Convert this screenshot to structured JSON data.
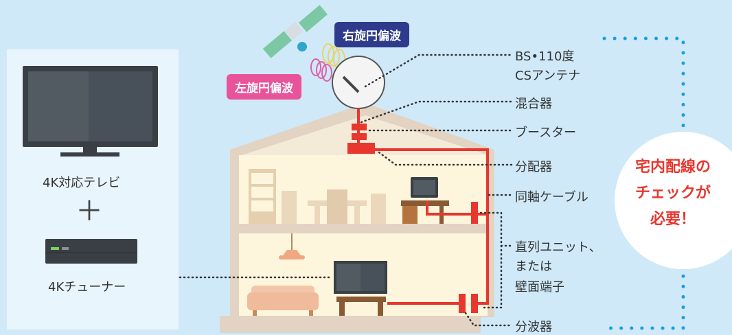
{
  "left_panel": {
    "tv_label": "4K対応テレビ",
    "plus": "＋",
    "tuner_label": "4Kチューナー"
  },
  "tags": {
    "right_circular": "右旋円偏波",
    "left_circular": "左旋円偏波"
  },
  "callouts": {
    "antenna_line1": "BS•110度",
    "antenna_line2": "CSアンテナ",
    "mixer": "混合器",
    "booster": "ブースター",
    "splitter": "分配器",
    "coax": "同軸ケーブル",
    "unit_line1": "直列ユニット、",
    "unit_line2": "または",
    "unit_line3": "壁面端子",
    "demux": "分波器"
  },
  "bubble": {
    "line1": "宅内配線の",
    "line2": "チェックが",
    "line3": "必要！"
  },
  "colors": {
    "background": "#cfe9f8",
    "cable": "#e8372f",
    "house_frame": "#e2d3c3",
    "room": "#fdf6dc",
    "tag_right": "#2e3a8c",
    "tag_left": "#e8539a",
    "dotted_border": "#1aa0dc"
  }
}
